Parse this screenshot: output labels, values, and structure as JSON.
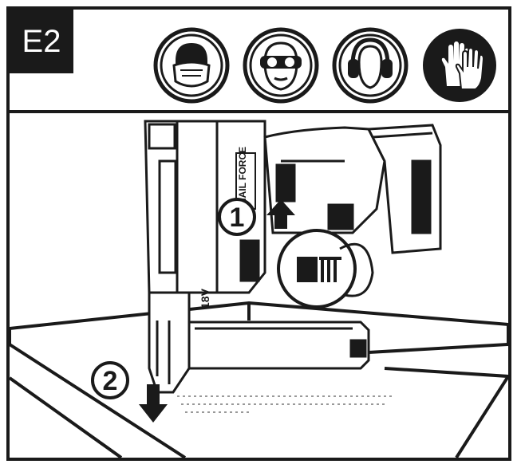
{
  "step": {
    "label": "E2"
  },
  "ppe_icons": [
    {
      "icon": "dust-mask-icon"
    },
    {
      "icon": "safety-goggles-icon"
    },
    {
      "icon": "ear-protection-icon"
    },
    {
      "icon": "gloves-icon"
    }
  ],
  "tool": {
    "brand_logo": "NAIL FORCE",
    "battery_label": "18V"
  },
  "callouts": [
    {
      "number": "1"
    },
    {
      "number": "2"
    }
  ],
  "colors": {
    "ink": "#1a1a1a",
    "paper": "#ffffff"
  }
}
